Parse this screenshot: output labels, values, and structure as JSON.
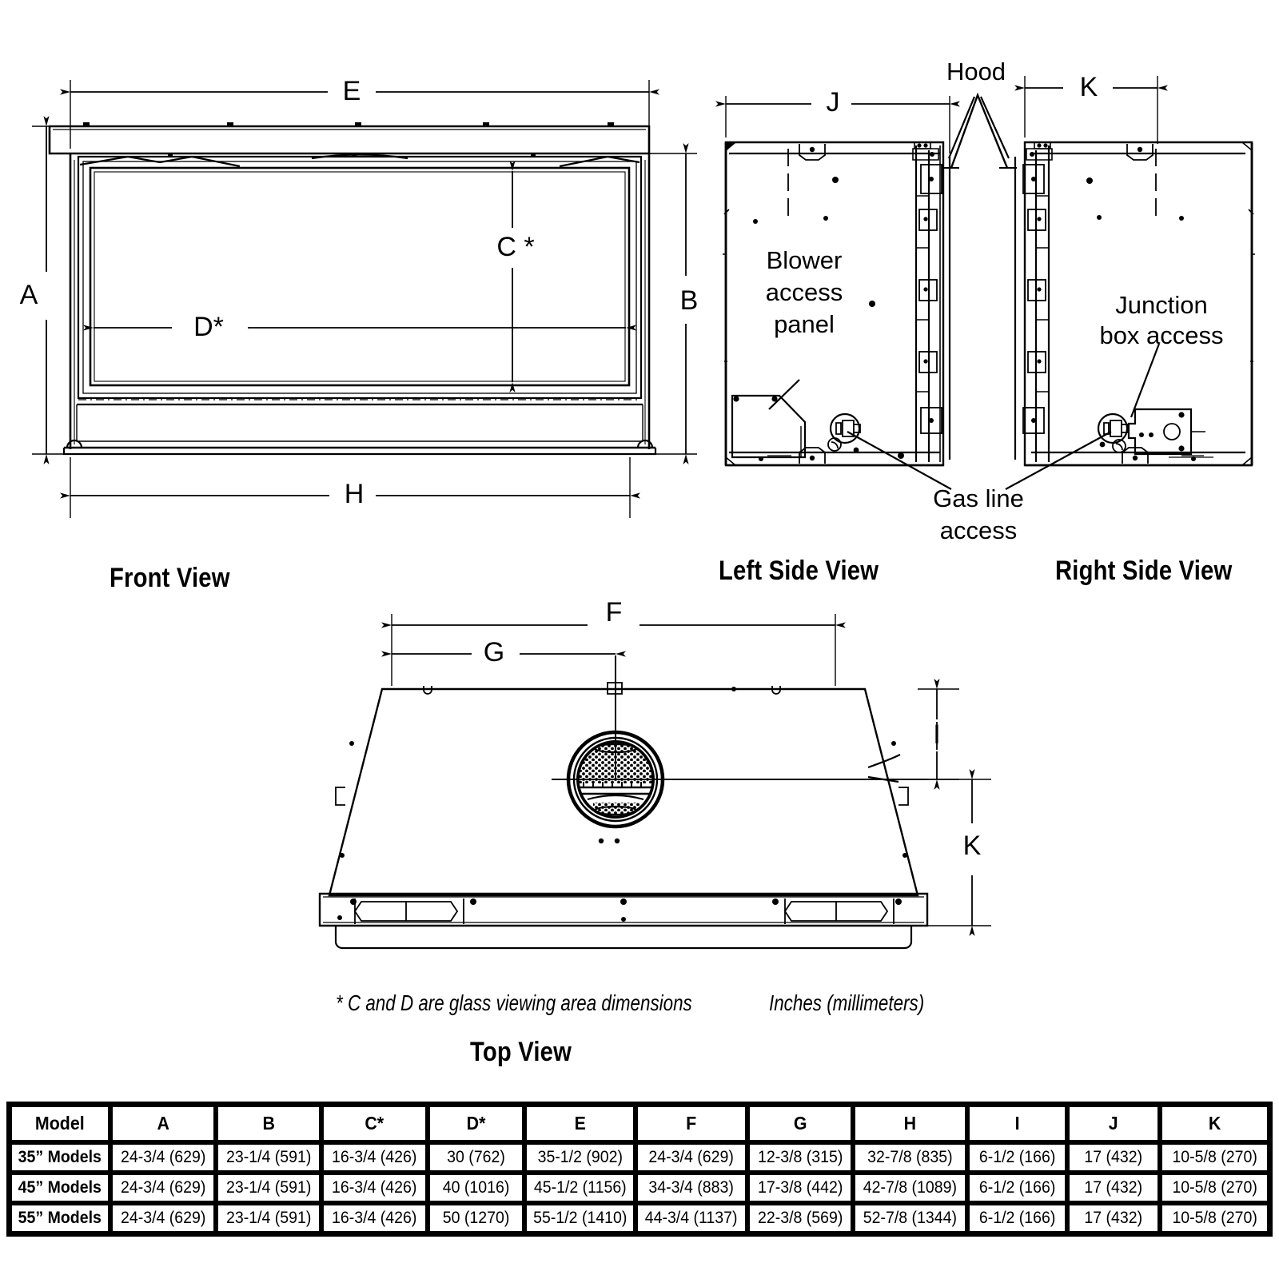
{
  "views": {
    "front": {
      "title": "Front View"
    },
    "left": {
      "title": "Left Side View"
    },
    "right": {
      "title": "Right Side View"
    },
    "top": {
      "title": "Top View"
    }
  },
  "dimension_labels": {
    "A": "A",
    "B": "B",
    "C": "C *",
    "D": "D*",
    "E": "E",
    "F": "F",
    "G": "G",
    "H": "H",
    "I": "I",
    "J": "J",
    "K_right": "K",
    "K_top": "K"
  },
  "callouts": {
    "hood": "Hood",
    "blower_line1": "Blower",
    "blower_line2": "access",
    "blower_line3": "panel",
    "gas_line1": "Gas line",
    "gas_line2": "access",
    "junction_line1": "Junction",
    "junction_line2": "box access"
  },
  "footnotes": {
    "glass_note": "* C and D are glass viewing area dimensions",
    "units_note": "Inches (millimeters)"
  },
  "spec_table": {
    "columns": [
      "Model",
      "A",
      "B",
      "C*",
      "D*",
      "E",
      "F",
      "G",
      "H",
      "I",
      "J",
      "K"
    ],
    "rows": [
      {
        "model": "35” Models",
        "values": [
          "24-3/4 (629)",
          "23-1/4 (591)",
          "16-3/4 (426)",
          "30 (762)",
          "35-1/2 (902)",
          "24-3/4 (629)",
          "12-3/8 (315)",
          "32-7/8 (835)",
          "6-1/2 (166)",
          "17 (432)",
          "10-5/8 (270)"
        ]
      },
      {
        "model": "45” Models",
        "values": [
          "24-3/4 (629)",
          "23-1/4 (591)",
          "16-3/4 (426)",
          "40 (1016)",
          "45-1/2 (1156)",
          "34-3/4 (883)",
          "17-3/8 (442)",
          "42-7/8 (1089)",
          "6-1/2 (166)",
          "17 (432)",
          "10-5/8 (270)"
        ]
      },
      {
        "model": "55” Models",
        "values": [
          "24-3/4 (629)",
          "23-1/4 (591)",
          "16-3/4 (426)",
          "50 (1270)",
          "55-1/2 (1410)",
          "44-3/4 (1137)",
          "22-3/8 (569)",
          "52-7/8 (1344)",
          "6-1/2 (166)",
          "17 (432)",
          "10-5/8 (270)"
        ]
      }
    ]
  },
  "colors": {
    "line": "#000000",
    "background": "#ffffff"
  }
}
